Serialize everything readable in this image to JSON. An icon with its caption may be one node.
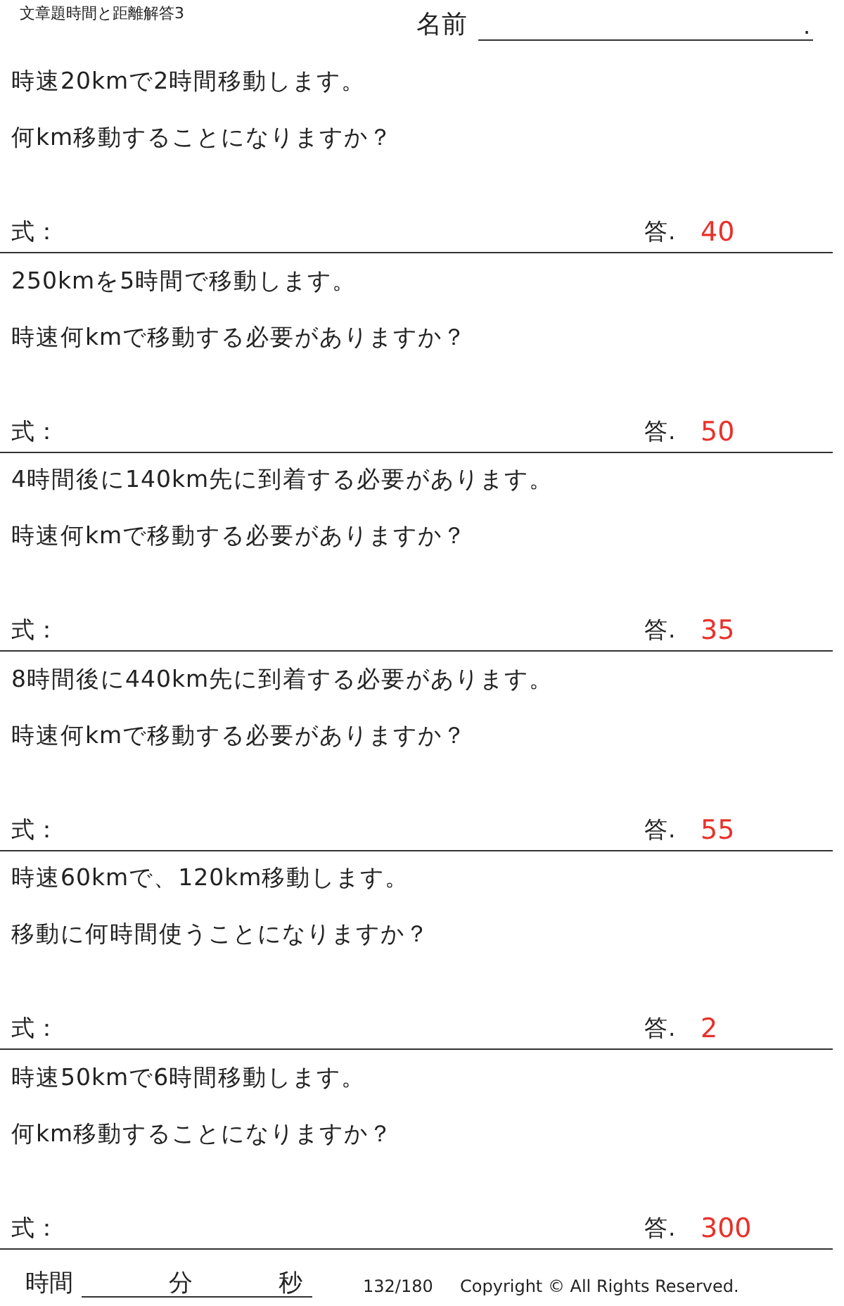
{
  "diagram": {
    "title": "文章題時間と距離解答3",
    "labels": [
      "名前",
      ".",
      "時速20kmで2時間移動します。",
      "何km移動することになりますか？",
      "式：",
      "答.",
      "40",
      "250kmを5時間で移動します。",
      "時速何kmで移動する必要がありますか？",
      "式：",
      "答.",
      "50",
      "4時間後に140km先に到着する必要があります。",
      "時速何kmで移動する必要がありますか？",
      "式：",
      "答.",
      "35",
      "8時間後に440km先に到着する必要があります。",
      "時速何kmで移動する必要がありますか？",
      "式：",
      "答.",
      "55",
      "時速60kmで、120km移動します。",
      "移動に何時間使うことになりますか？",
      "式：",
      "答.",
      "2",
      "時速50kmで6時間移動します。",
      "何km移動することになりますか？",
      "式：",
      "答.",
      "300",
      "時間",
      "分",
      "秒",
      "132/180",
      "Copyright © All Rights Reserved."
    ]
  }
}
